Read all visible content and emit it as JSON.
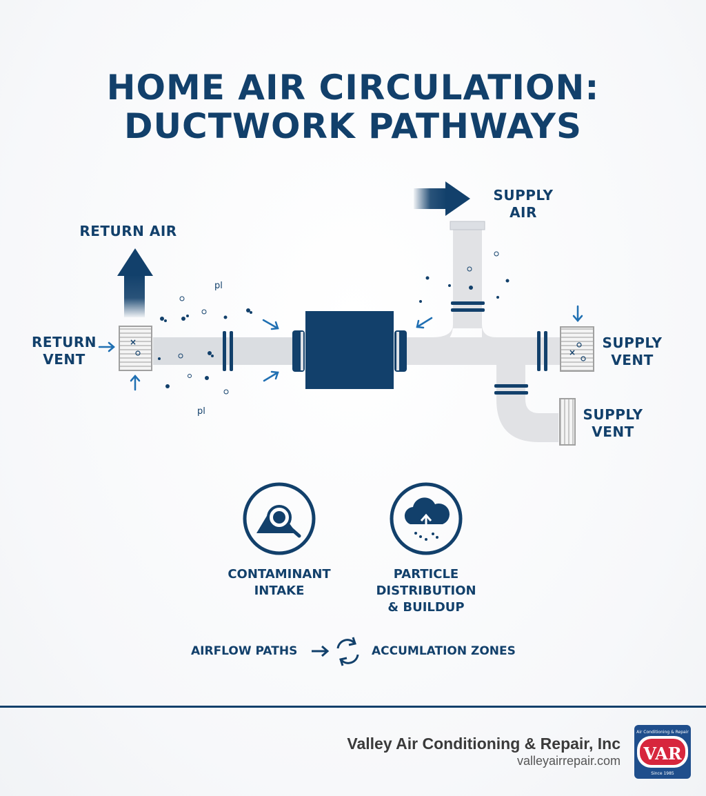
{
  "title": {
    "line1": "HOME AIR CIRCULATION:",
    "line2": "DUCTWORK PATHWAYS"
  },
  "labels": {
    "return_air": "RETURN AIR",
    "return_vent": [
      "RETURN",
      "VENT"
    ],
    "supply_air": [
      "SUPPLY",
      "AIR"
    ],
    "supply_vent_right": [
      "SUPPLY",
      "VENT"
    ],
    "supply_vent_lower": [
      "SUPPLY",
      "VENT"
    ]
  },
  "icons": [
    {
      "name": "contaminant-intake-icon",
      "caption": [
        "CONTAMINANT",
        "INTAKE"
      ]
    },
    {
      "name": "particle-distribution-icon",
      "caption": [
        "PARTICLE",
        "DISTRIBUTION",
        "& BUILDUP"
      ]
    }
  ],
  "legend": {
    "left": "AIRFLOW PATHS",
    "right": "ACCUMLATION ZONES",
    "arrow_icon": "right-arrow-icon",
    "cycle_icon": "refresh-cycle-icon"
  },
  "footer": {
    "company": "Valley Air Conditioning & Repair, Inc",
    "url": "valleyairrepair.com",
    "logo_text": "VAR",
    "logo_top": "Air Conditioning & Repair",
    "logo_bottom": "Since 1985"
  },
  "colors": {
    "navy": "#12406b",
    "blue": "#1f6fb2",
    "duct": "#dcdde0",
    "logo_red": "#d7263d"
  }
}
